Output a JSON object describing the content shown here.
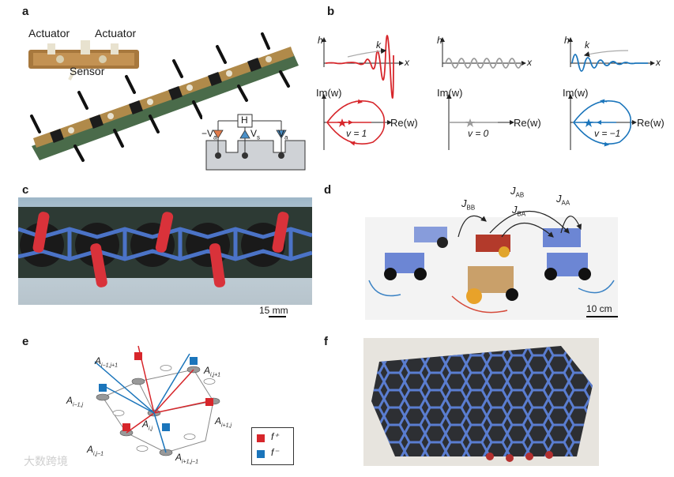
{
  "panels": {
    "a": {
      "label": "a",
      "actuator_left": "Actuator",
      "actuator_right": "Actuator",
      "sensor": "Sensor",
      "H": "H",
      "va_left": "−V",
      "va_left_sub": "a",
      "vs": "V",
      "vs_sub": "s",
      "va_right": "V",
      "va_right_sub": "a"
    },
    "b": {
      "label": "b",
      "h": "h",
      "k": "k",
      "x": "x",
      "im_w": "Im(w)",
      "re_w": "Re(w)",
      "v_pos": "v = 1",
      "v_zero": "v = 0",
      "v_neg": "v = −1",
      "colors": {
        "positive": "#d7262b",
        "neutral": "#9a9a9a",
        "negative": "#1b75bb"
      }
    },
    "c": {
      "label": "c",
      "scale": "15 mm"
    },
    "d": {
      "label": "d",
      "j_ab": "J",
      "j_ab_sub": "AB",
      "j_bb": "J",
      "j_bb_sub": "BB",
      "j_ba": "J",
      "j_ba_sub": "BA",
      "j_aa": "J",
      "j_aa_sub": "AA",
      "scale": "10 cm"
    },
    "e": {
      "label": "e",
      "a_top": "A",
      "a_top_sub": "i−1,j+1",
      "a_tr": "A",
      "a_tr_sub": "i,j+1",
      "a_left": "A",
      "a_left_sub": "i−1,j",
      "a_center": "A",
      "a_center_sub": "i,j",
      "a_right": "A",
      "a_right_sub": "i+1,j",
      "a_bl": "A",
      "a_bl_sub": "i,j−1",
      "a_bottom": "A",
      "a_bottom_sub": "i+1,j−1",
      "legend_plus": "f⁺",
      "legend_minus": "f⁻",
      "colors": {
        "plus": "#d7262b",
        "minus": "#1b75bb"
      }
    },
    "f": {
      "label": "f"
    }
  },
  "watermark": {
    "text": "大数跨境"
  }
}
